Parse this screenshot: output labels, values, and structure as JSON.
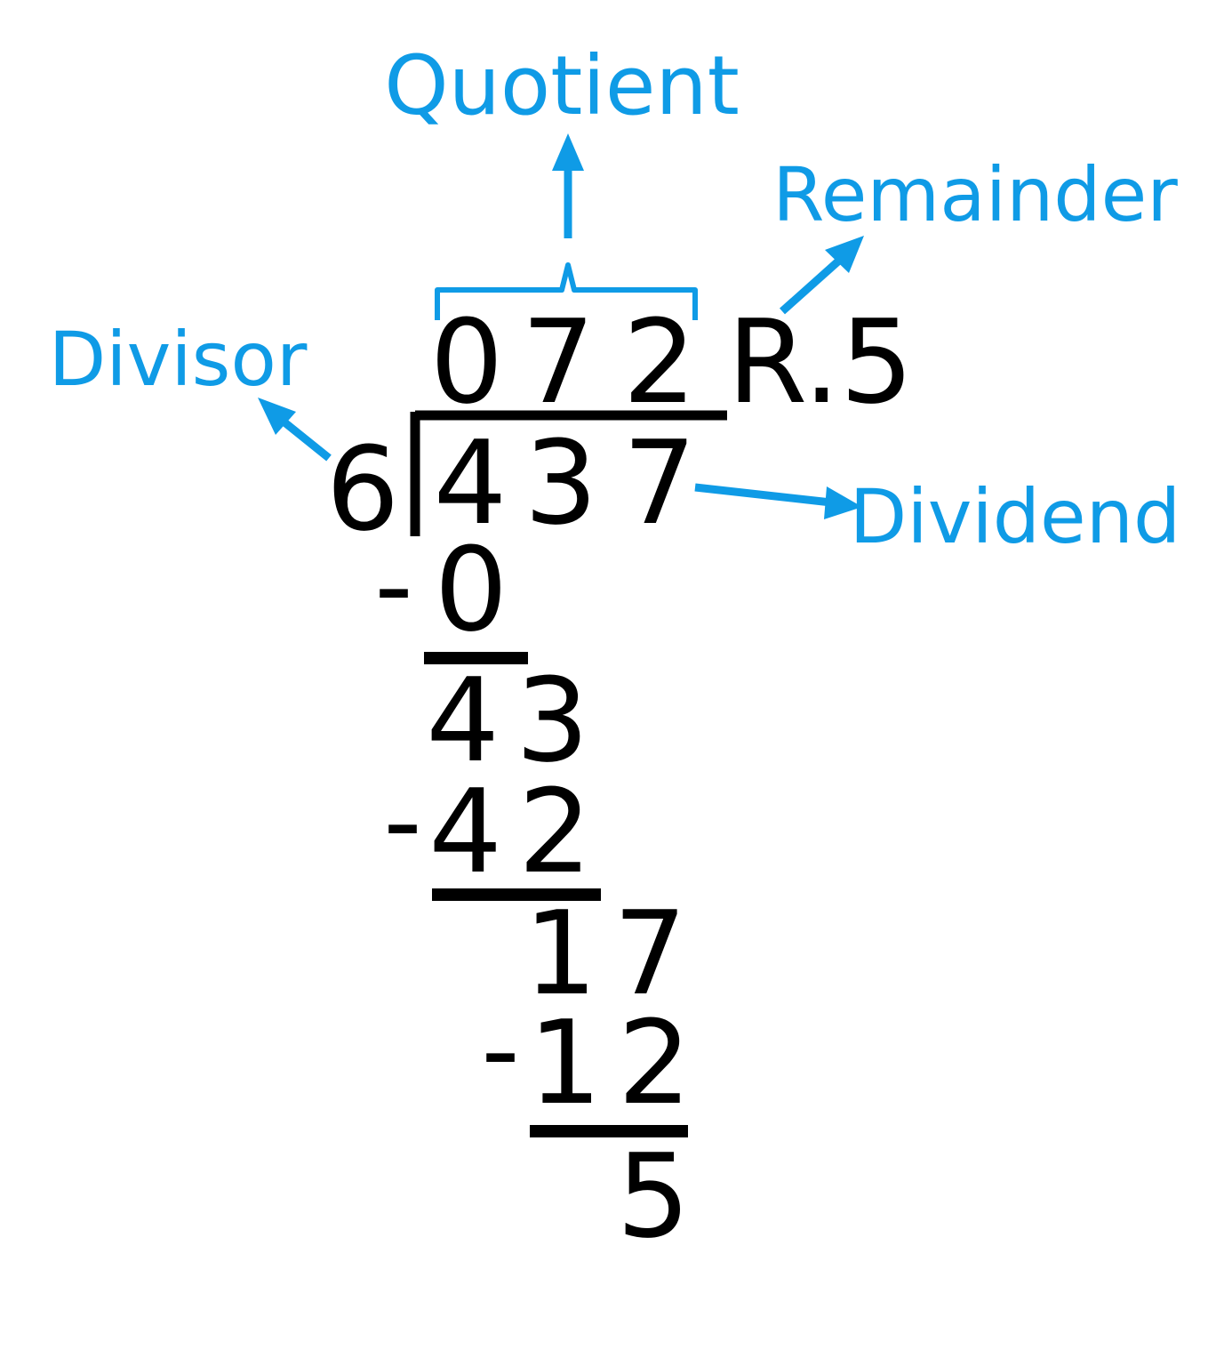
{
  "labels": {
    "quotient": "Quotient",
    "remainder": "Remainder",
    "divisor": "Divisor",
    "dividend": "Dividend"
  },
  "problem": {
    "quotient_digits": [
      "0",
      "7",
      "2"
    ],
    "remainder_text": "R.5",
    "divisor": "6",
    "dividend_digits": [
      "4",
      "3",
      "7"
    ]
  },
  "steps": [
    {
      "subtract": "0",
      "result": "43"
    },
    {
      "subtract": "42",
      "result": "17"
    },
    {
      "subtract": "12",
      "result": "5"
    }
  ],
  "minus_sign": "-",
  "colors": {
    "label": "#0f9be6",
    "ink": "#000000"
  }
}
